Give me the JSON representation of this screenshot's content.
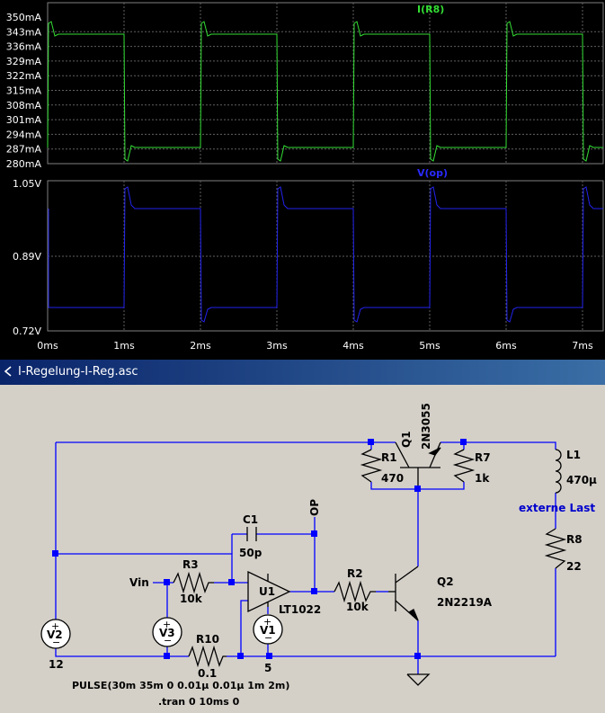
{
  "plot": {
    "upper": {
      "trace_label": "I(R8)",
      "trace_color": "#33dd33",
      "y_ticks": [
        "350mA",
        "343mA",
        "336mA",
        "329mA",
        "322mA",
        "315mA",
        "308mA",
        "301mA",
        "294mA",
        "287mA",
        "280mA"
      ]
    },
    "lower": {
      "trace_label": "V(op)",
      "trace_color": "#2222ee",
      "y_ticks": [
        "1.05V",
        "0.89V",
        "0.72V"
      ]
    },
    "x_ticks": [
      "0ms",
      "1ms",
      "2ms",
      "3ms",
      "4ms",
      "5ms",
      "6ms",
      "7ms"
    ],
    "grid_color": "#606060"
  },
  "window": {
    "title": "I-Regelung-I-Reg.asc",
    "icon": "waveform-icon"
  },
  "schematic": {
    "wire_color": "#0000ff",
    "labels": {
      "q1": "Q1",
      "q1_model": "2N3055",
      "r1": "R1",
      "r1_val": "470",
      "r7": "R7",
      "r7_val": "1k",
      "l1": "L1",
      "l1_val": "470µ",
      "externe_last": "externe Last",
      "r8": "R8",
      "r8_val": "22",
      "c1": "C1",
      "c1_val": "50p",
      "op": "OP",
      "vin": "Vin",
      "r3": "R3",
      "r3_val": "10k",
      "u1": "U1",
      "u1_model": "LT1022",
      "r2": "R2",
      "r2_val": "10k",
      "q2": "Q2",
      "q2_model": "2N2219A",
      "v2": "V2",
      "v2_val": "12",
      "v3": "V3",
      "r10": "R10",
      "r10_val": "0.1",
      "v1": "V1",
      "v1_val": "5"
    },
    "pulse": "PULSE(30m 35m 0 0.01µ 0.01µ 1m 2m)",
    "tran": ".tran 0 10ms 0"
  }
}
